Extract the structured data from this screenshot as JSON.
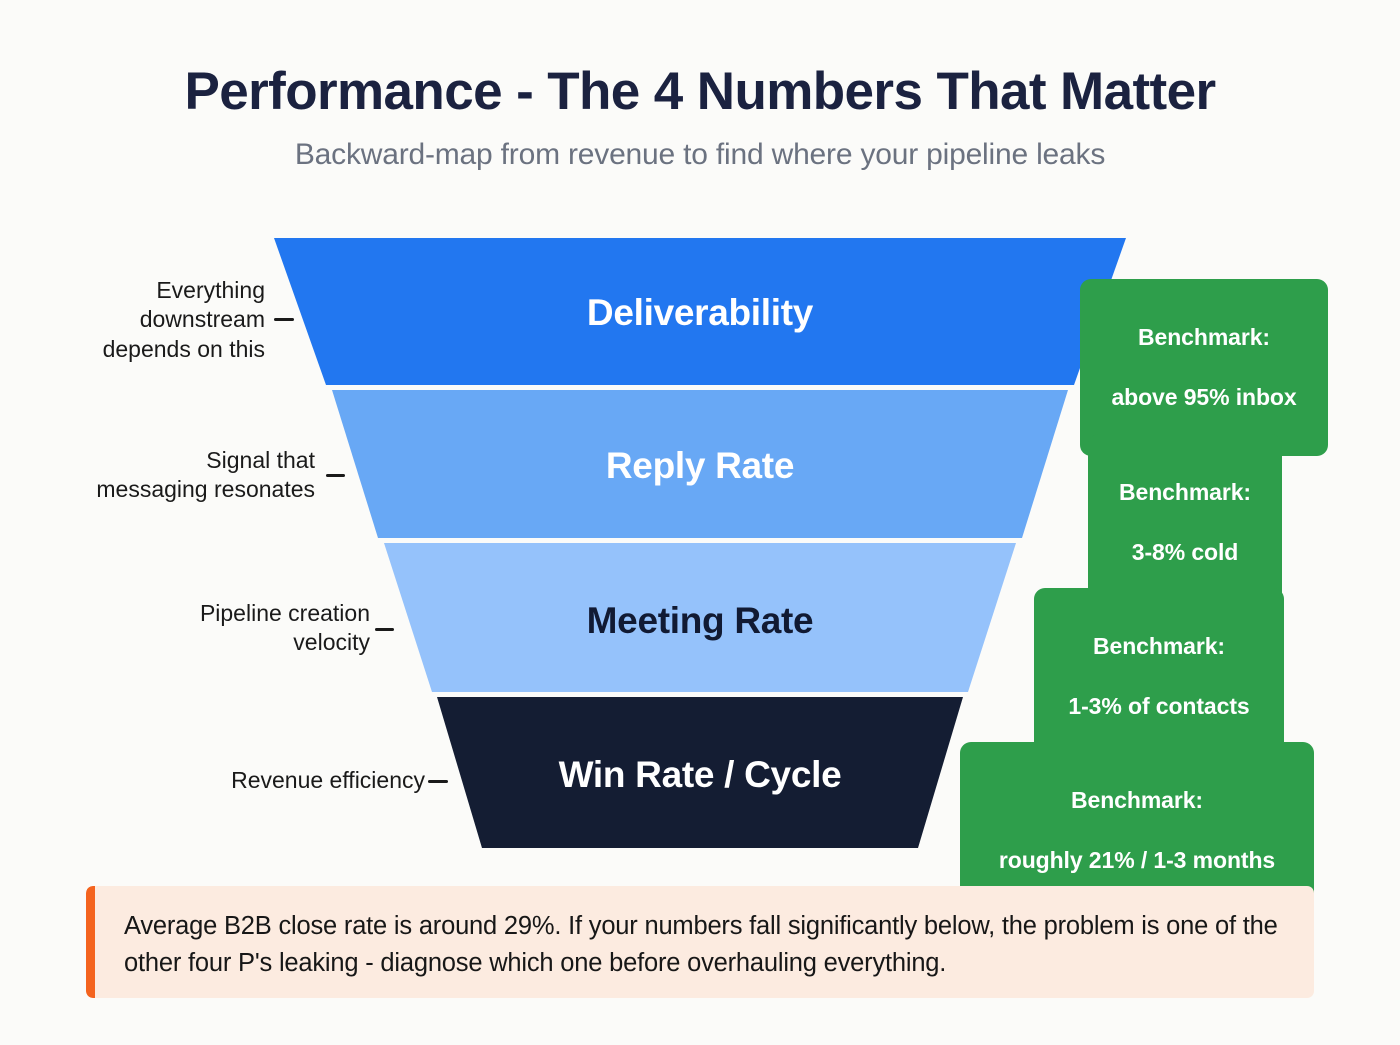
{
  "header": {
    "title": "Performance - The 4 Numbers That Matter",
    "subtitle": "Backward-map from revenue to find where your pipeline leaks"
  },
  "colors": {
    "background": "#fbfbf9",
    "title_navy": "#1b2240",
    "subtitle_gray": "#6b7280",
    "stage_1": "#2277f0",
    "stage_2": "#68a8f5",
    "stage_3": "#95c2fb",
    "stage_4": "#141d33",
    "badge_green": "#2e9e4b",
    "callout_bg": "#fcebe0",
    "callout_accent": "#f4631e"
  },
  "funnel": {
    "stages": [
      {
        "name": "Deliverability",
        "side_label": "Everything\ndownstream\ndepends on this",
        "benchmark_title": "Benchmark:",
        "benchmark_value": "above 95% inbox",
        "fill": "#2277f0",
        "text_color": "light"
      },
      {
        "name": "Reply Rate",
        "side_label": "Signal that\nmessaging resonates",
        "benchmark_title": "Benchmark:",
        "benchmark_value": "3-8% cold",
        "fill": "#68a8f5",
        "text_color": "light"
      },
      {
        "name": "Meeting Rate",
        "side_label": "Pipeline creation\nvelocity",
        "benchmark_title": "Benchmark:",
        "benchmark_value": "1-3% of contacts",
        "fill": "#95c2fb",
        "text_color": "dark"
      },
      {
        "name": "Win Rate / Cycle",
        "side_label": "Revenue efficiency",
        "benchmark_title": "Benchmark:",
        "benchmark_value": "roughly 21% / 1-3 months",
        "fill": "#141d33",
        "text_color": "light"
      }
    ]
  },
  "callout": {
    "text": "Average B2B close rate is around 29%. If your numbers fall significantly below, the problem is one of the other four P's leaking - diagnose which one before overhauling everything."
  },
  "chart_data": {
    "type": "funnel",
    "title": "Performance - The 4 Numbers That Matter",
    "subtitle": "Backward-map from revenue to find where your pipeline leaks",
    "categories": [
      "Deliverability",
      "Reply Rate",
      "Meeting Rate",
      "Win Rate / Cycle"
    ],
    "stage_top_widths": [
      852,
      748,
      644,
      460
    ],
    "stage_bottom_widths": [
      748,
      644,
      460,
      357
    ],
    "benchmarks": [
      "above 95% inbox",
      "3-8% cold",
      "1-3% of contacts",
      "roughly 21% / 1-3 months"
    ],
    "annotations": [
      "Everything downstream depends on this",
      "Signal that messaging resonates",
      "Pipeline creation velocity",
      "Revenue efficiency"
    ],
    "legend": "none",
    "grid": false
  }
}
